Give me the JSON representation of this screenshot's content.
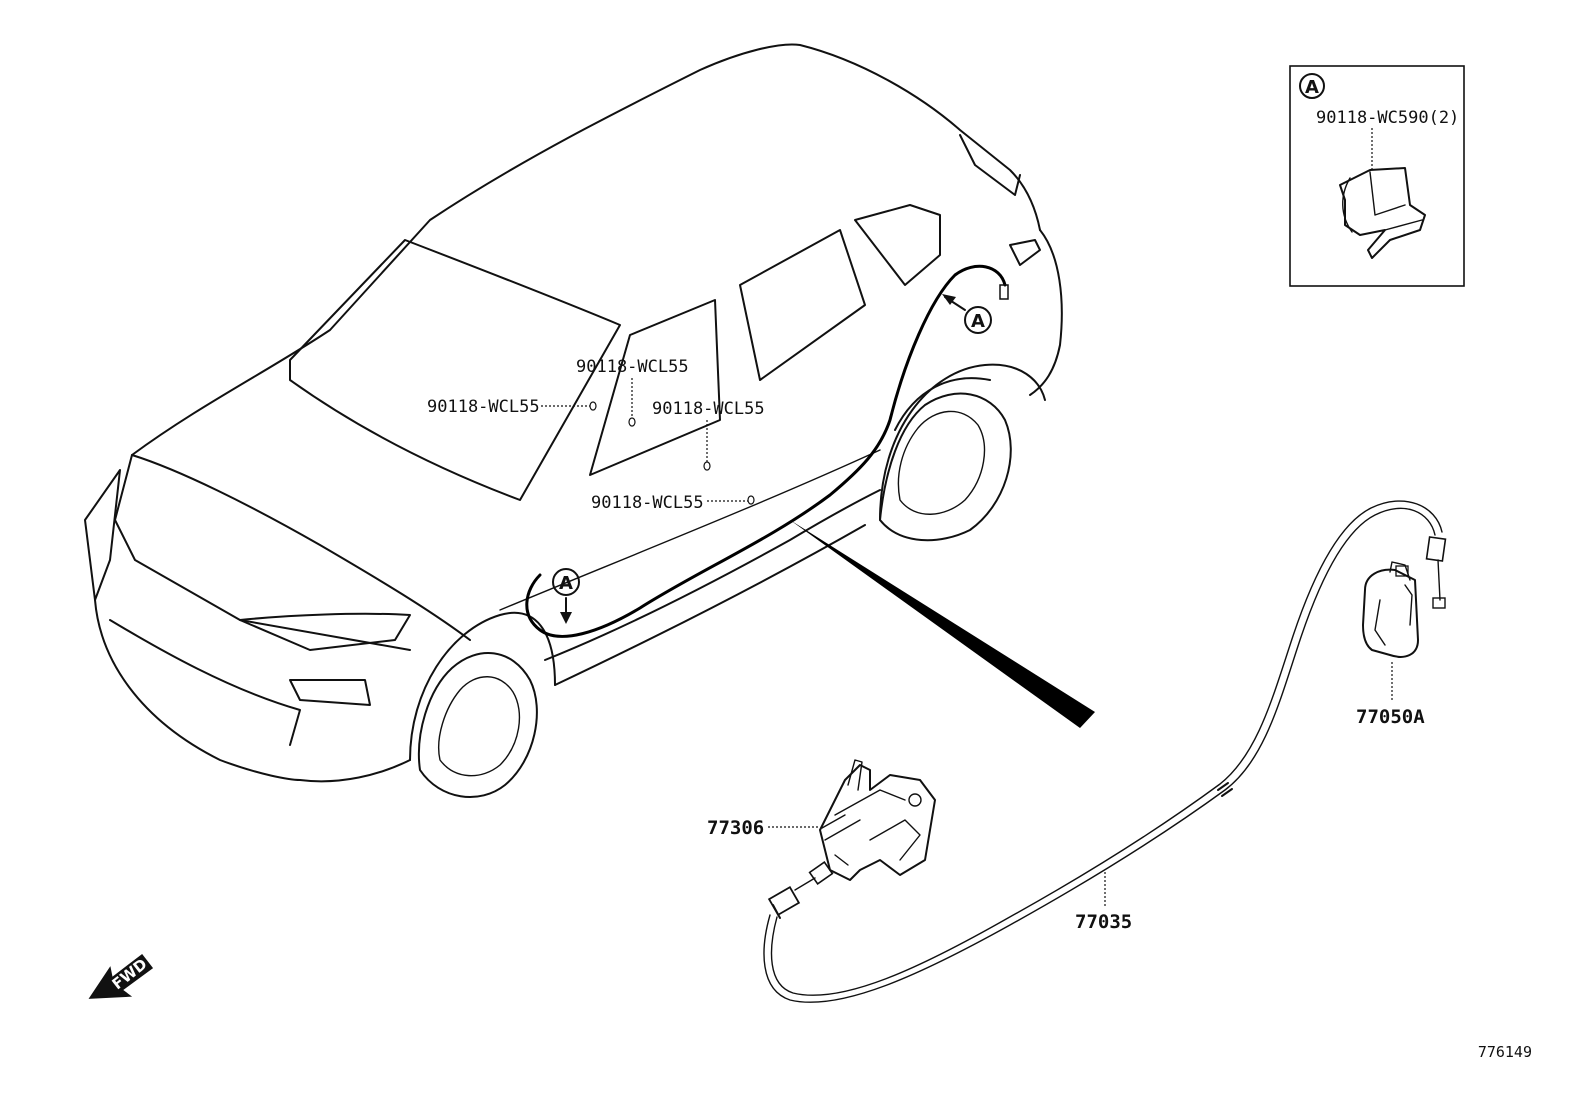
{
  "labels": {
    "clip_1": "90118-WCL55",
    "clip_2": "90118-WCL55",
    "clip_3": "90118-WCL55",
    "clip_4": "90118-WCL55",
    "clip_inset": "90118-WC590(2)",
    "part_lever": "77306",
    "part_cable": "77035",
    "part_opener": "77050A"
  },
  "callouts": {
    "inset": "A",
    "rear": "A",
    "front": "A"
  },
  "direction": {
    "text": "FWD",
    "icon": "forward-arrow-icon"
  },
  "reference_number": "776149",
  "colors": {
    "line": "#111111",
    "background": "#ffffff"
  }
}
